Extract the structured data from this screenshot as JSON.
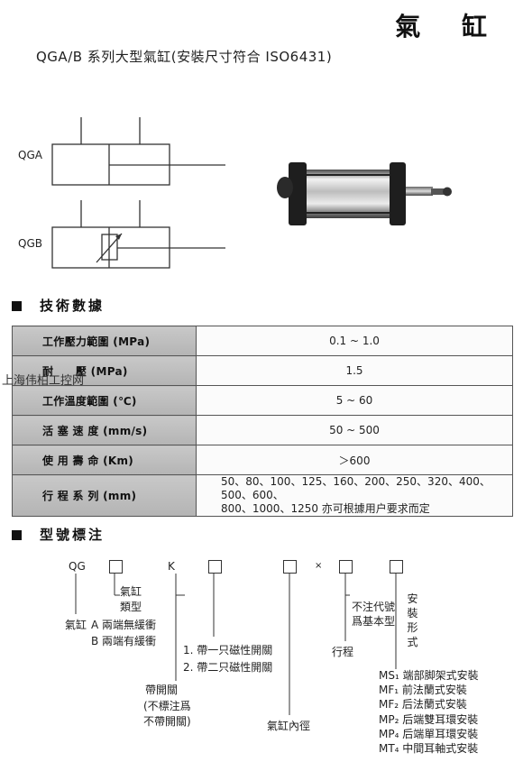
{
  "header": {
    "title": "氣 缸",
    "subtitle": "QGA/B 系列大型氣缸(安裝尺寸符合 ISO6431)"
  },
  "symbols": {
    "qga": "QGA",
    "qgb": "QGB"
  },
  "tech": {
    "heading": "技術數據",
    "rows": [
      {
        "label": "工作壓力範圍 (MPa)",
        "value": "0.1 ~ 1.0"
      },
      {
        "label": "耐　　壓 (MPa)",
        "value": "1.5"
      },
      {
        "label": "工作溫度範圍 (℃)",
        "value": "5 ~ 60"
      },
      {
        "label": "活 塞 速 度 (mm/s)",
        "value": "50 ~ 500"
      },
      {
        "label": "使 用 壽 命 (Km)",
        "value": "＞600"
      },
      {
        "label": "行 程 系 列 (mm)",
        "value_line1": "50、80、100、125、160、200、250、320、400、500、600、",
        "value_line2": "800、1000、1250 亦可根據用户要求而定"
      }
    ]
  },
  "watermark": "上海伟柏工控网",
  "model": {
    "heading": "型號標注",
    "prefix": "QG",
    "k": "K",
    "times": "×",
    "type_label_1": "氣缸",
    "type_label_2": "類型",
    "cyl": "氣缸",
    "opt_a": "A 兩端無緩衝",
    "opt_b": "B 兩端有緩衝",
    "cushion_1": "帶開關",
    "cushion_2": "(不標注爲",
    "cushion_3": "不帶開關)",
    "switch_1": "1. 帶一只磁性開關",
    "switch_2": "2. 帶二只磁性開關",
    "bore": "氣缸內徑",
    "stroke": "行程",
    "basic_1": "不注代號",
    "basic_2": "爲基本型",
    "mount_label": [
      "安",
      "裝",
      "形",
      "式"
    ],
    "mounts": [
      "MS₁ 端部脚架式安裝",
      "MF₁ 前法蘭式安裝",
      "MF₂ 后法蘭式安裝",
      "MP₂ 后端雙耳環安裝",
      "MP₄ 后端單耳環安裝",
      "MT₄ 中間耳軸式安裝"
    ]
  }
}
